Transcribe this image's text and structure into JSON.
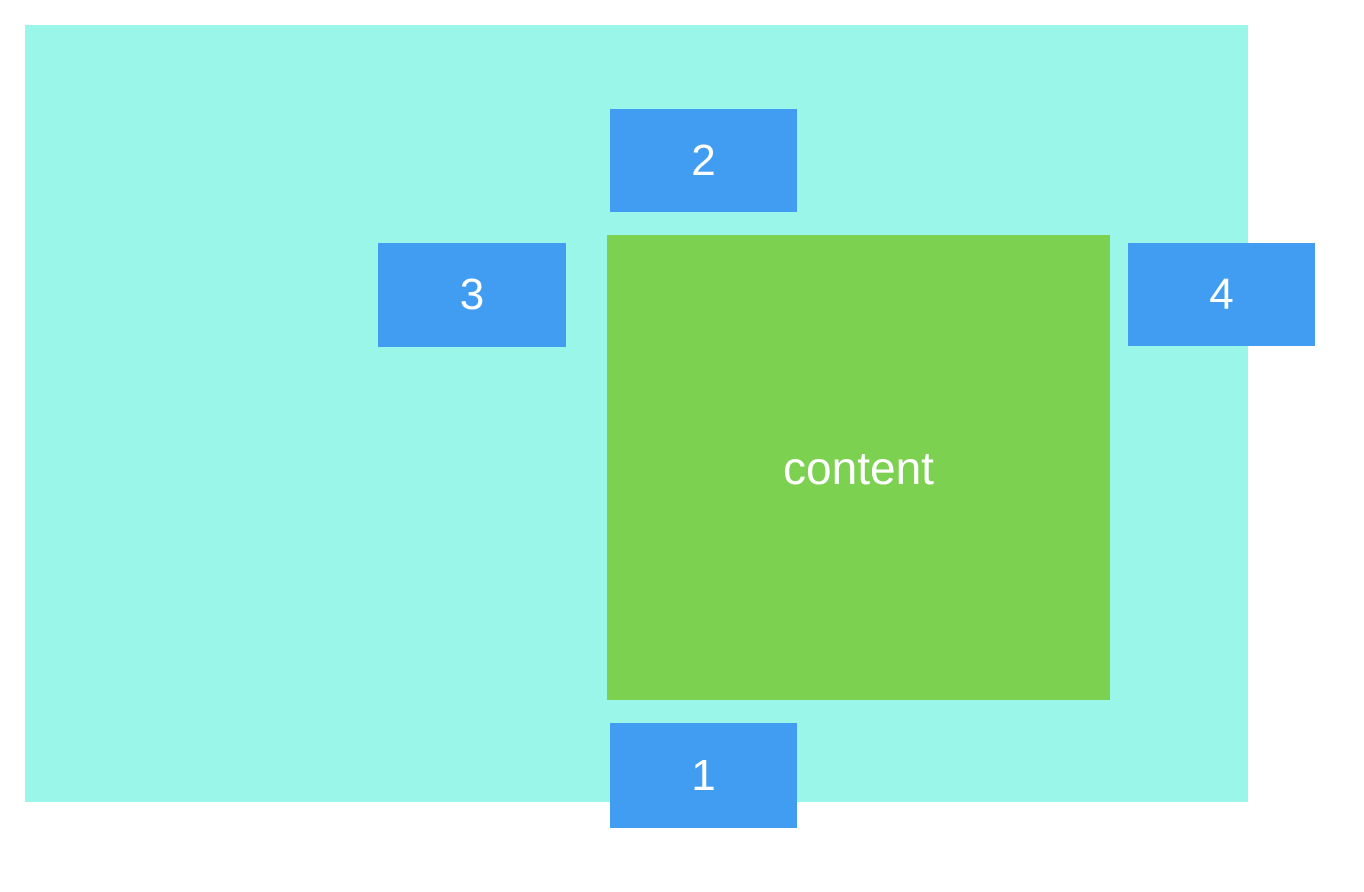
{
  "colors": {
    "page_background": "#ffffff",
    "container_fill": "#9af6e9",
    "content_fill": "#7dd151",
    "box_fill": "#419df2",
    "label_text": "#ffffff"
  },
  "content_box": {
    "label": "content"
  },
  "boxes": [
    {
      "label": "1"
    },
    {
      "label": "2"
    },
    {
      "label": "3"
    },
    {
      "label": "4"
    }
  ]
}
